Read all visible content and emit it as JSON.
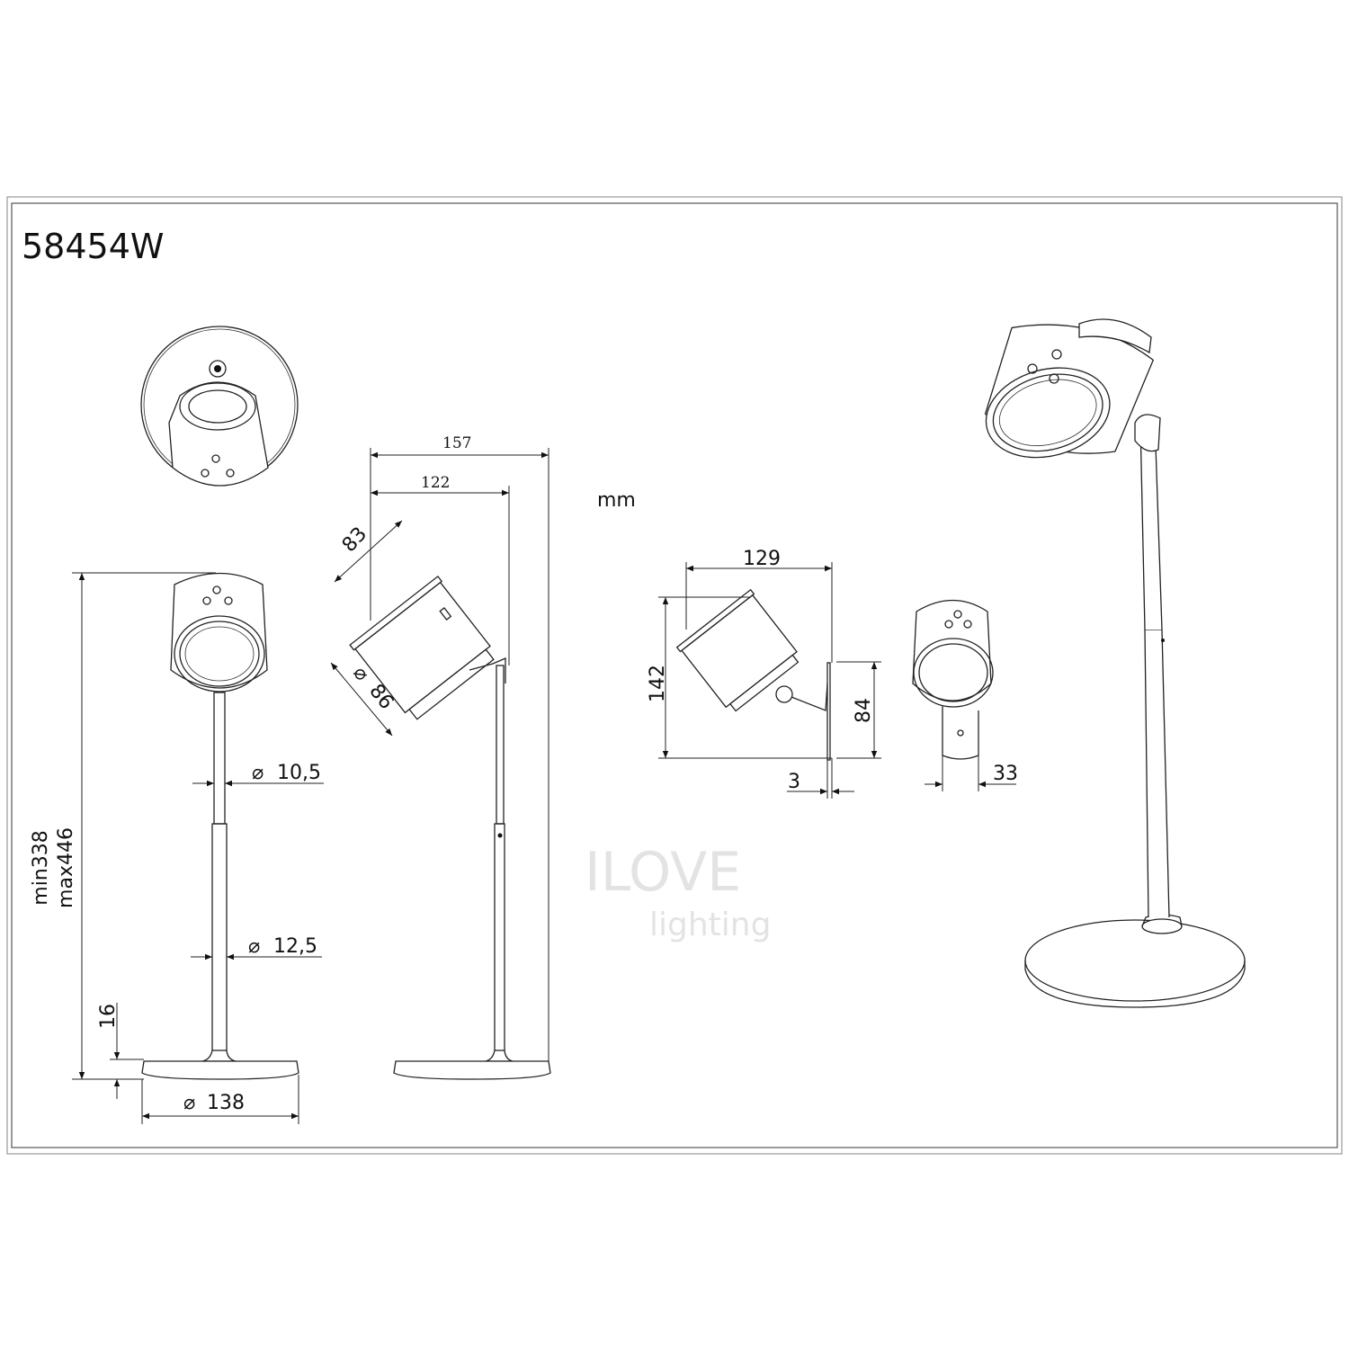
{
  "title": "58454W",
  "unit": "mm",
  "dimensions": {
    "side_width_total": "157",
    "side_width_head": "122",
    "head_depth": "83",
    "head_diameter": "86",
    "stem_upper_diameter": "10,5",
    "stem_lower_diameter": "12,5",
    "height_min": "min338",
    "height_max": "max446",
    "base_height": "16",
    "base_diameter": "138",
    "wall_width": "129",
    "wall_height": "142",
    "wall_plate_height": "84",
    "wall_plate_thickness": "3",
    "wall_plate_width": "33"
  },
  "diameter_symbol": "⌀",
  "watermark": "ILOVE lighting"
}
